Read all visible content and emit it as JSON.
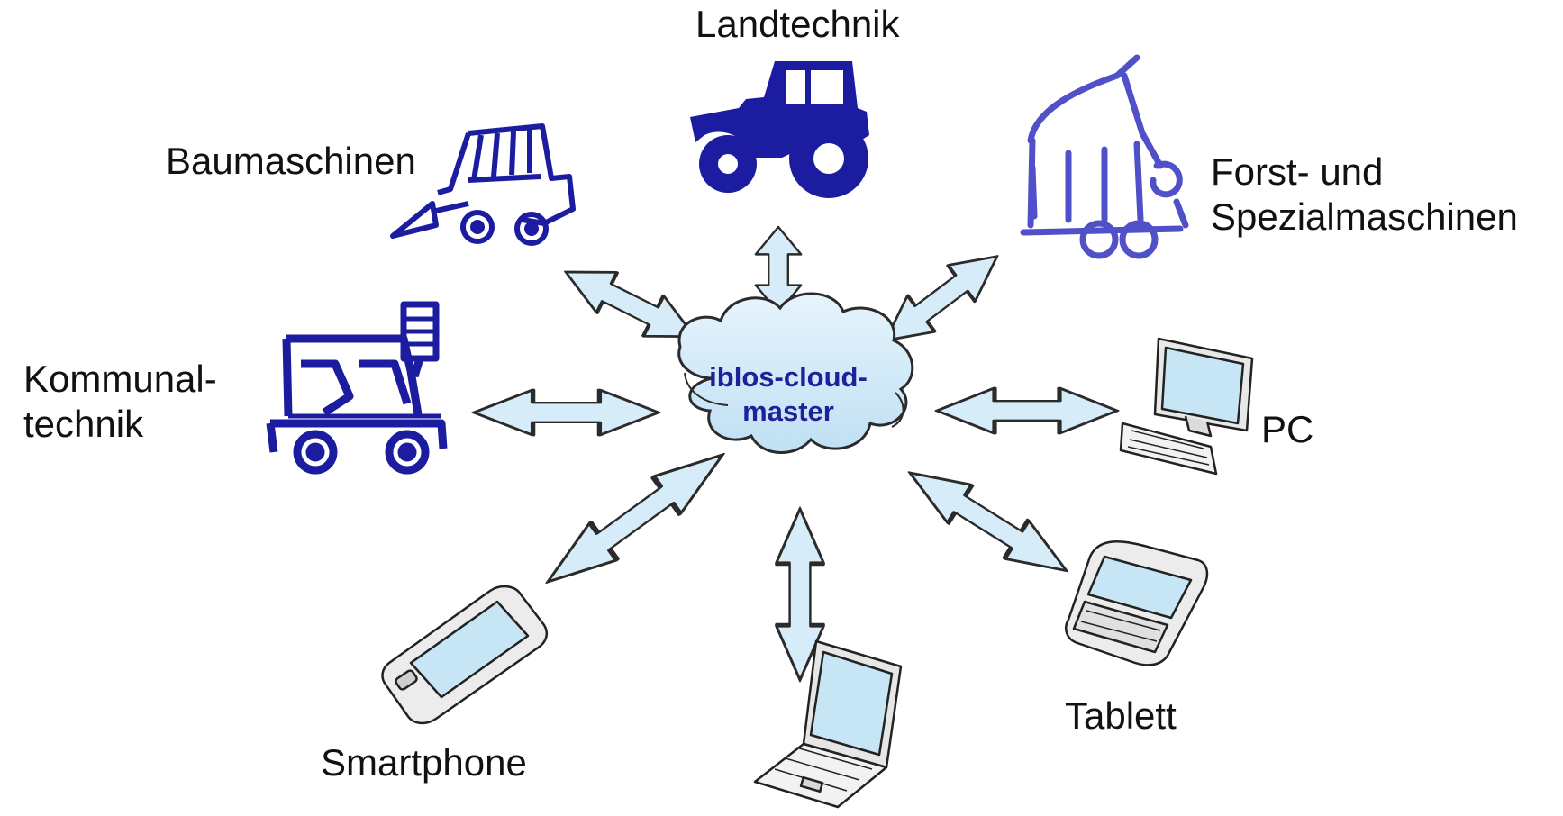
{
  "hub": {
    "line1": "iblos-cloud-",
    "line2": "master"
  },
  "nodes": {
    "landtechnik": "Landtechnik",
    "baumaschinen": "Baumaschinen",
    "forst_line1": "Forst- und",
    "forst_line2": "Spezialmaschinen",
    "kommunal_line1": "Kommunal-",
    "kommunal_line2": "technik",
    "pc": "PC",
    "tablett": "Tablett",
    "smartphone": "Smartphone"
  },
  "colors": {
    "machine_icon": "#1c1ca0",
    "arrow_fill": "#d6ecf8",
    "device_screen": "#c6e6f6",
    "hub_text": "#20209a",
    "label_text": "#111111"
  },
  "icons": {
    "landtechnik": "tractor-icon",
    "baumaschinen": "skid-steer-loader-icon",
    "forst": "forestry-crane-trailer-icon",
    "kommunal": "municipal-lift-truck-icon",
    "pc": "desktop-pc-icon",
    "tablett": "tablet-icon",
    "smartphone": "smartphone-icon",
    "laptop": "laptop-icon",
    "hub": "cloud-icon"
  }
}
